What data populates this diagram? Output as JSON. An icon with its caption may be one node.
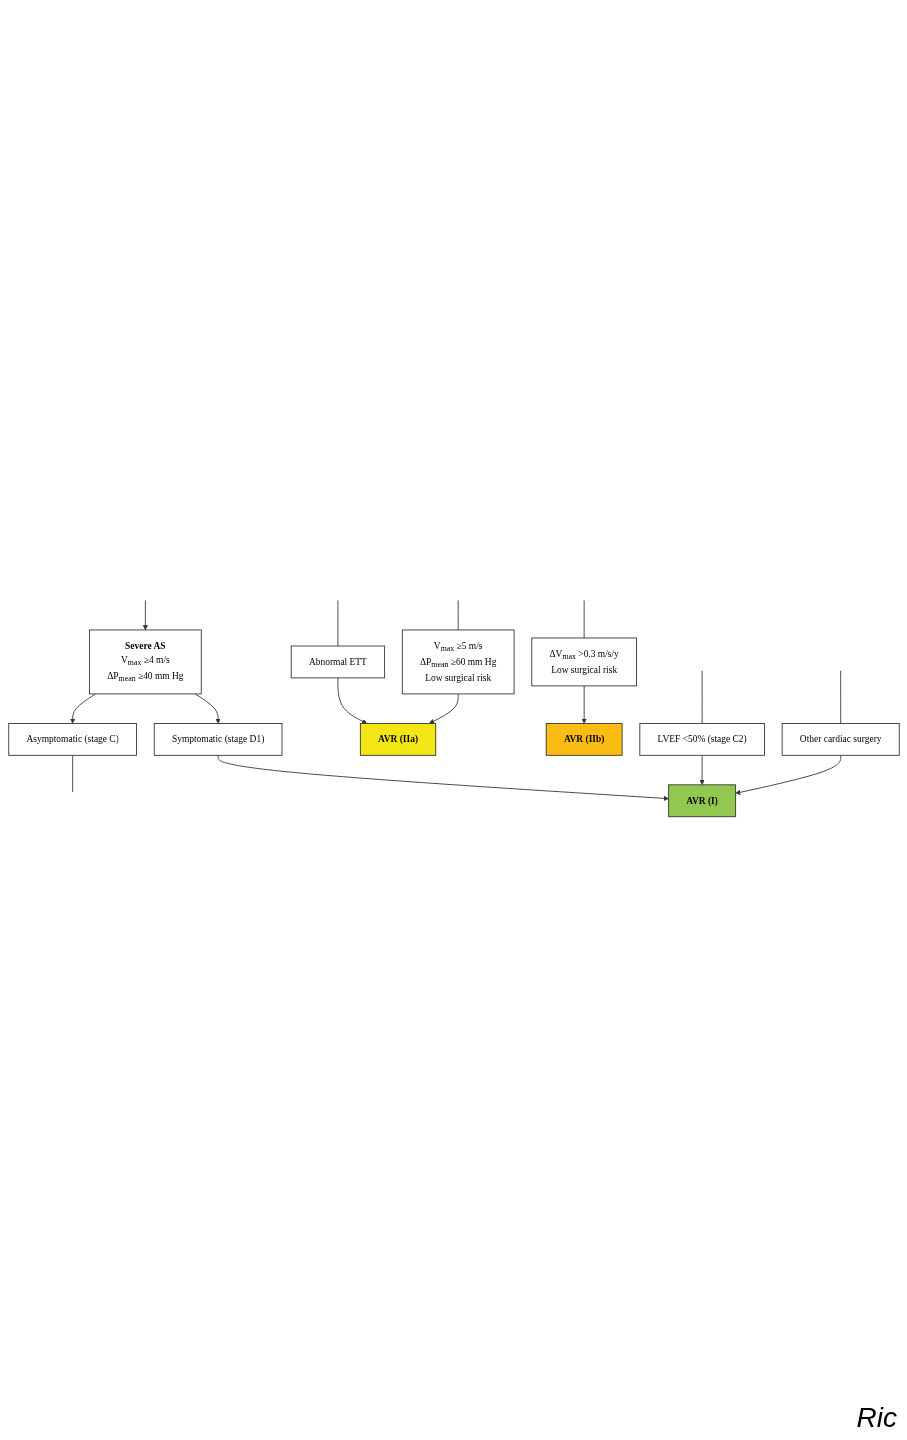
{
  "diagram": {
    "nodes": [
      {
        "text": [
          "Severe AS",
          "V$_{max}$ ≥4 m/s",
          "ΔP$_{mean}$ ≥40 mm Hg"
        ]
      },
      {
        "text": [
          "Symptomatic (stage D1)"
        ]
      },
      {
        "text": [
          "Asymptomatic (stage C)"
        ]
      },
      {
        "text": [
          "LVEF <50% (stage C2)"
        ]
      },
      {
        "text": [
          "Other cardiac surgery"
        ]
      },
      {
        "text": [
          "V$_{max}$ ≥5 m/s",
          "ΔP$_{mean}$ ≥60 mm Hg",
          "Low surgical risk"
        ]
      },
      {
        "text": [
          "Abnormal ETT"
        ]
      },
      {
        "text": [
          "ΔV$_{max}$ >0.3 m/s/y",
          "Low surgical risk"
        ]
      },
      {
        "text": [
          "AVR (I)"
        ]
      },
      {
        "text": [
          "AVR (IIa)"
        ]
      },
      {
        "text": [
          "AVR (IIb)"
        ]
      }
    ],
    "edges": [
      {
        "from": null,
        "to": 0,
        "arrow": "to"
      },
      {
        "from": 0,
        "to": 1,
        "arrow": "to"
      },
      {
        "from": 0,
        "to": 2,
        "arrow": "to"
      },
      {
        "from": 2,
        "to": null,
        "arrow": "none"
      },
      {
        "from": null,
        "to": 3,
        "arrow": "none"
      },
      {
        "from": null,
        "to": 4,
        "arrow": "none"
      },
      {
        "from": null,
        "to": 5,
        "arrow": "none"
      },
      {
        "from": null,
        "to": 6,
        "arrow": "none"
      },
      {
        "from": null,
        "to": 7,
        "arrow": "none"
      },
      {
        "from": 1,
        "to": 8,
        "arrow": "to"
      },
      {
        "from": 3,
        "to": 8,
        "arrow": "to"
      },
      {
        "from": 4,
        "to": 8,
        "arrow": "to"
      },
      {
        "from": 5,
        "to": 9,
        "arrow": "to"
      },
      {
        "from": 6,
        "to": 9,
        "arrow": "to"
      },
      {
        "from": 7,
        "to": 10,
        "arrow": "to"
      }
    ],
    "labels": [
      "Ric"
    ]
  }
}
